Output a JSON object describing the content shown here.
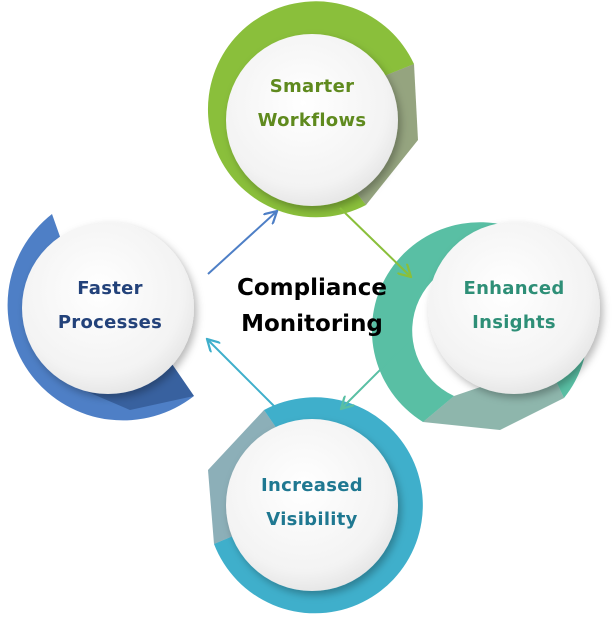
{
  "center": {
    "line1": "Compliance",
    "line2": "Monitoring"
  },
  "nodes": {
    "smarter_workflows": {
      "line1": "Smarter",
      "line2": "Workflows",
      "ring_color": "#8ABF3B",
      "text_color": "#5F8A1E"
    },
    "enhanced_insights": {
      "line1": "Enhanced",
      "line2": "Insights",
      "ring_color": "#59BFA4",
      "text_color": "#2E8F77"
    },
    "increased_visibility": {
      "line1": "Increased",
      "line2": "Visibility",
      "ring_color": "#3FAFCB",
      "text_color": "#1F7891"
    },
    "faster_processes": {
      "line1": "Faster",
      "line2": "Processes",
      "ring_color": "#4E7FC6",
      "text_color": "#23427A"
    }
  }
}
